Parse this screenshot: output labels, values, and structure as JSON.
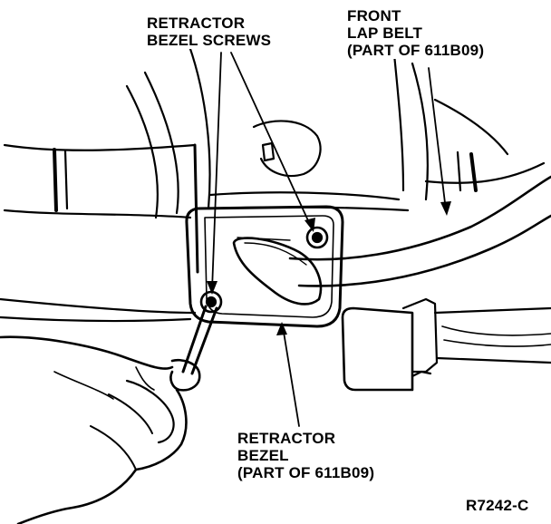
{
  "labels": {
    "retractor_screws": [
      "RETRACTOR",
      "BEZEL SCREWS"
    ],
    "front_lap_belt": [
      "FRONT",
      "LAP BELT",
      "(PART OF 611B09)"
    ],
    "retractor_bezel": [
      "RETRACTOR",
      "BEZEL",
      "(PART OF 611B09)"
    ]
  },
  "figure_code": "R7242-C",
  "colors": {
    "ink": "#000000",
    "paper": "#ffffff"
  }
}
